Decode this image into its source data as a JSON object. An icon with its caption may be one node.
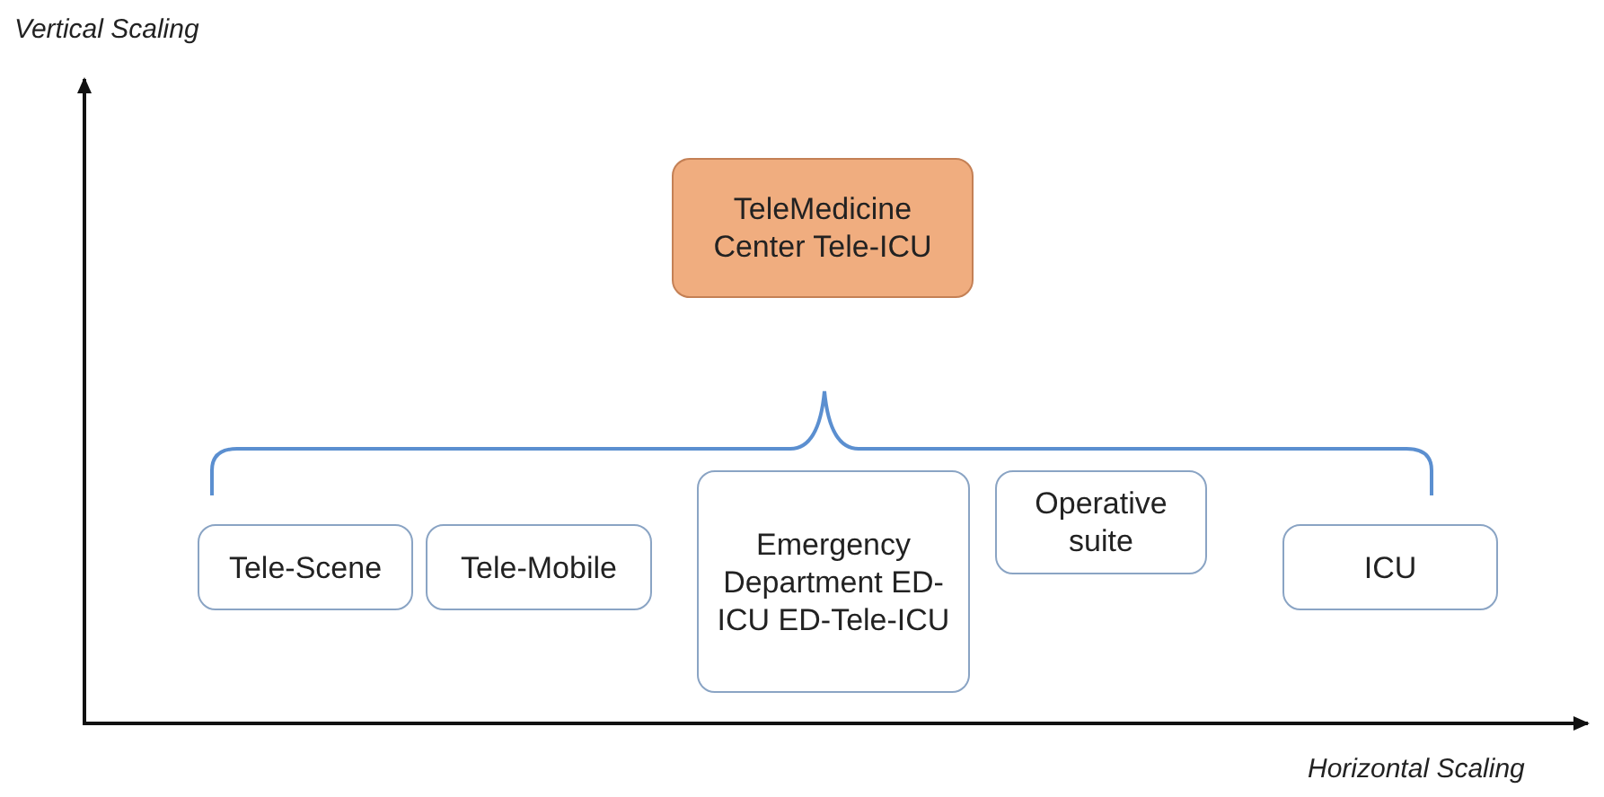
{
  "diagram": {
    "nodes": [
      {
        "text": [
          "TeleMedicine Center Tele-ICU"
        ]
      },
      {
        "text": [
          "Tele-Scene"
        ]
      },
      {
        "text": [
          "Tele-Mobile"
        ]
      },
      {
        "text": [
          "Emergency Department ED-ICU ED-Tele-ICU"
        ]
      },
      {
        "text": [
          "Operative suite"
        ]
      },
      {
        "text": [
          "ICU"
        ]
      }
    ],
    "labels": [
      "Vertical Scaling",
      "Horizontal Scaling"
    ]
  }
}
